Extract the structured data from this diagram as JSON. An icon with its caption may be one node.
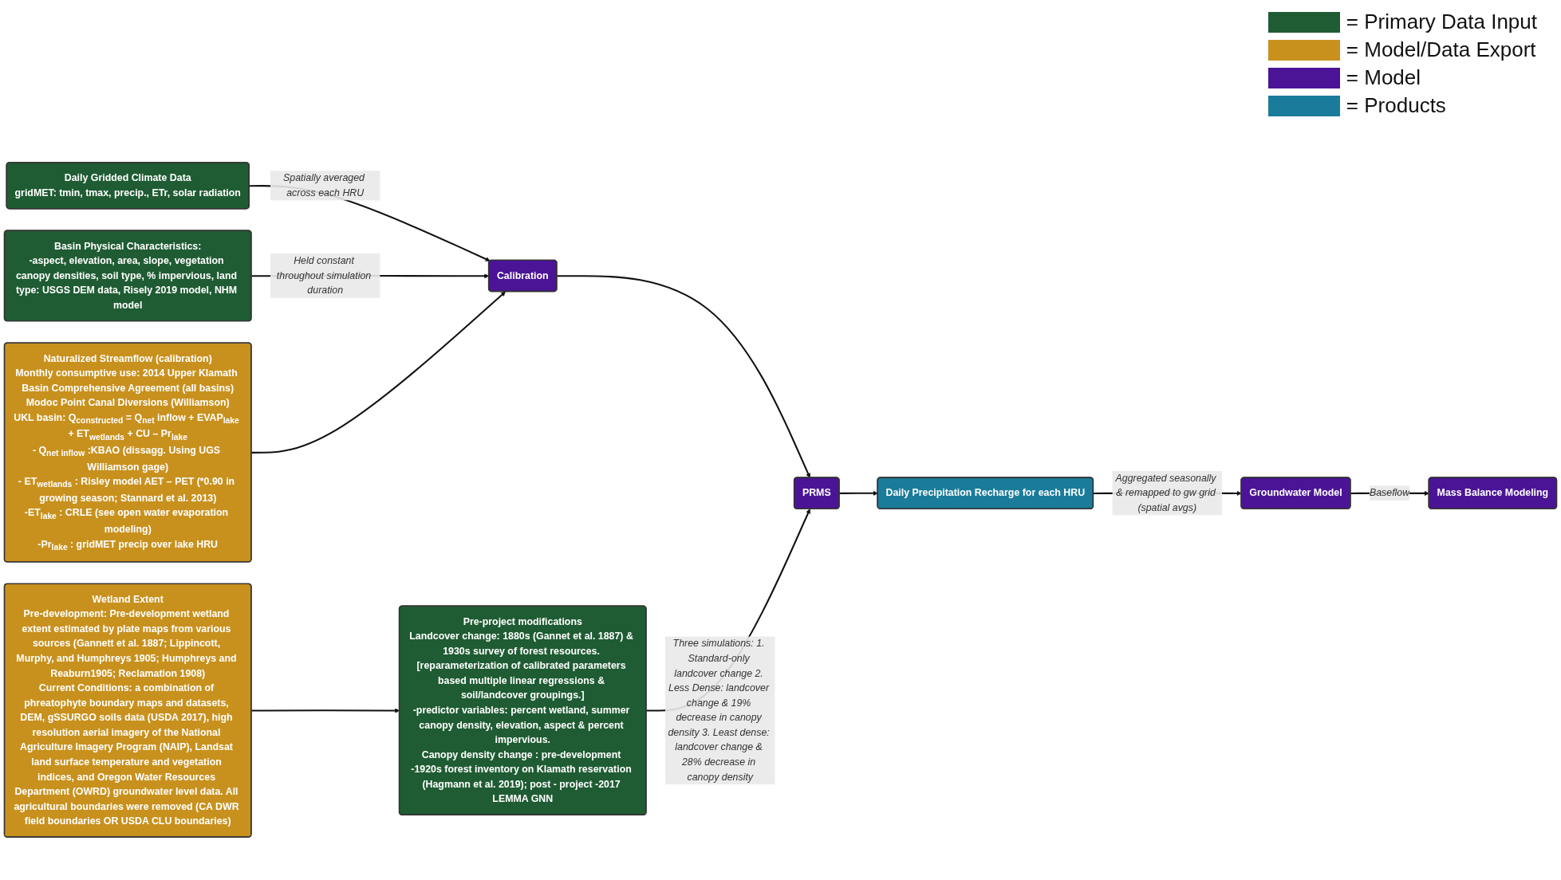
{
  "diagram": {
    "nodes": [
      {
        "text": [
          "Daily Gridded Climate Data",
          "gridMET: tmin, tmax, precip., ETr, solar radiation"
        ]
      },
      {
        "text": [
          "Calibration"
        ]
      },
      {
        "text": [
          "PRMS"
        ]
      },
      {
        "text": [
          "Daily Precipitation Recharge for each HRU"
        ]
      },
      {
        "text": [
          "Groundwater Model"
        ]
      },
      {
        "text": [
          "Mass Balance Modeling"
        ]
      },
      {
        "text": [
          "Basin Physical Characteristics:",
          "-aspect, elevation, area, slope, vegetation canopy densities, soil type, % impervious, land type: USGS DEM data, Risely 2019 model, NHM model"
        ]
      },
      {
        "text": [
          "Naturalized Streamflow (calibration)",
          "Monthly consumptive use: 2014 Upper Klamath Basin Comprehensive Agreement (all basins)",
          "Modoc Point Canal Diversions (Williamson)",
          "UKL basin: Q$_{constructed}$ = Q$_{net}$ inflow + EVAP$_{lake}$ + ET$_{wetlands}$ + CU – Pr$_{lake}$",
          "- Q$_{net inflow}$ :KBAO (dissagg. Using UGS Williamson gage)",
          "- ET$_{wetlands}$ : Risley model AET – PET (*0.90 in growing season; Stannard et al. 2013)",
          "-ET$_{lake}$ : CRLE (see open water evaporation modeling)",
          "-Pr$_{lake}$ : gridMET precip over lake HRU"
        ]
      },
      {
        "text": [
          "Pre-project modifications",
          "Landcover change: 1880s (Gannet et al. 1887) & 1930s survey of forest resources. [reparameterization of calibrated parameters based multiple linear regressions & soil/landcover groupings.]",
          "-predictor variables: percent wetland, summer canopy density, elevation, aspect & percent impervious.",
          "Canopy density change : pre-development -1920s forest inventory on Klamath reservation (Hagmann et al. 2019); post - project -2017 LEMMA GNN"
        ]
      },
      {
        "text": [
          "Wetland Extent",
          "Pre-development: Pre-development wetland extent estimated by plate maps from various sources (Gannett et al. 1887; Lippincott, Murphy, and Humphreys 1905; Humphreys and Reaburn1905; Reclamation 1908)",
          "Current Conditions: a combination of phreatophyte boundary maps and datasets, DEM, gSSURGO soils data (USDA 2017), high resolution aerial imagery of the National Agriculture Imagery Program (NAIP), Landsat land surface temperature and vegetation indices, and Oregon Water Resources Department (OWRD) groundwater level data. All agricultural boundaries were removed (CA DWR field boundaries OR USDA CLU boundaries)"
        ]
      }
    ],
    "edges": [
      {
        "from": 0,
        "to": 1,
        "arrow": "to",
        "label": "Spatially averaged across each HRU"
      },
      {
        "from": 6,
        "to": 1,
        "arrow": "to",
        "label": "Held constant throughout simulation duration"
      },
      {
        "from": 7,
        "to": 1,
        "arrow": "to"
      },
      {
        "from": 1,
        "to": 2,
        "arrow": "to"
      },
      {
        "from": 8,
        "to": 2,
        "arrow": "to",
        "label": "Three simulations: 1. Standard-only landcover change 2. Less Dense: landcover change & 19% decrease in canopy density 3. Least dense: landcover change & 28% decrease in canopy density"
      },
      {
        "from": 2,
        "to": 3,
        "arrow": "to"
      },
      {
        "from": 3,
        "to": 4,
        "arrow": "to",
        "label": "Aggregated seasonally & remapped to gw grid (spatial avgs)"
      },
      {
        "from": 4,
        "to": 5,
        "arrow": "to",
        "label": "Baseflow"
      },
      {
        "from": 9,
        "to": 8,
        "arrow": "to"
      }
    ],
    "legend": [
      {
        "text": "= Primary Data Input",
        "color": "#1f5c33"
      },
      {
        "text": "= Model/Data Export",
        "color": "#c8911e"
      },
      {
        "text": "= Model",
        "color": "#4b1497"
      },
      {
        "text": "= Products",
        "color": "#1a7c9a"
      }
    ]
  }
}
